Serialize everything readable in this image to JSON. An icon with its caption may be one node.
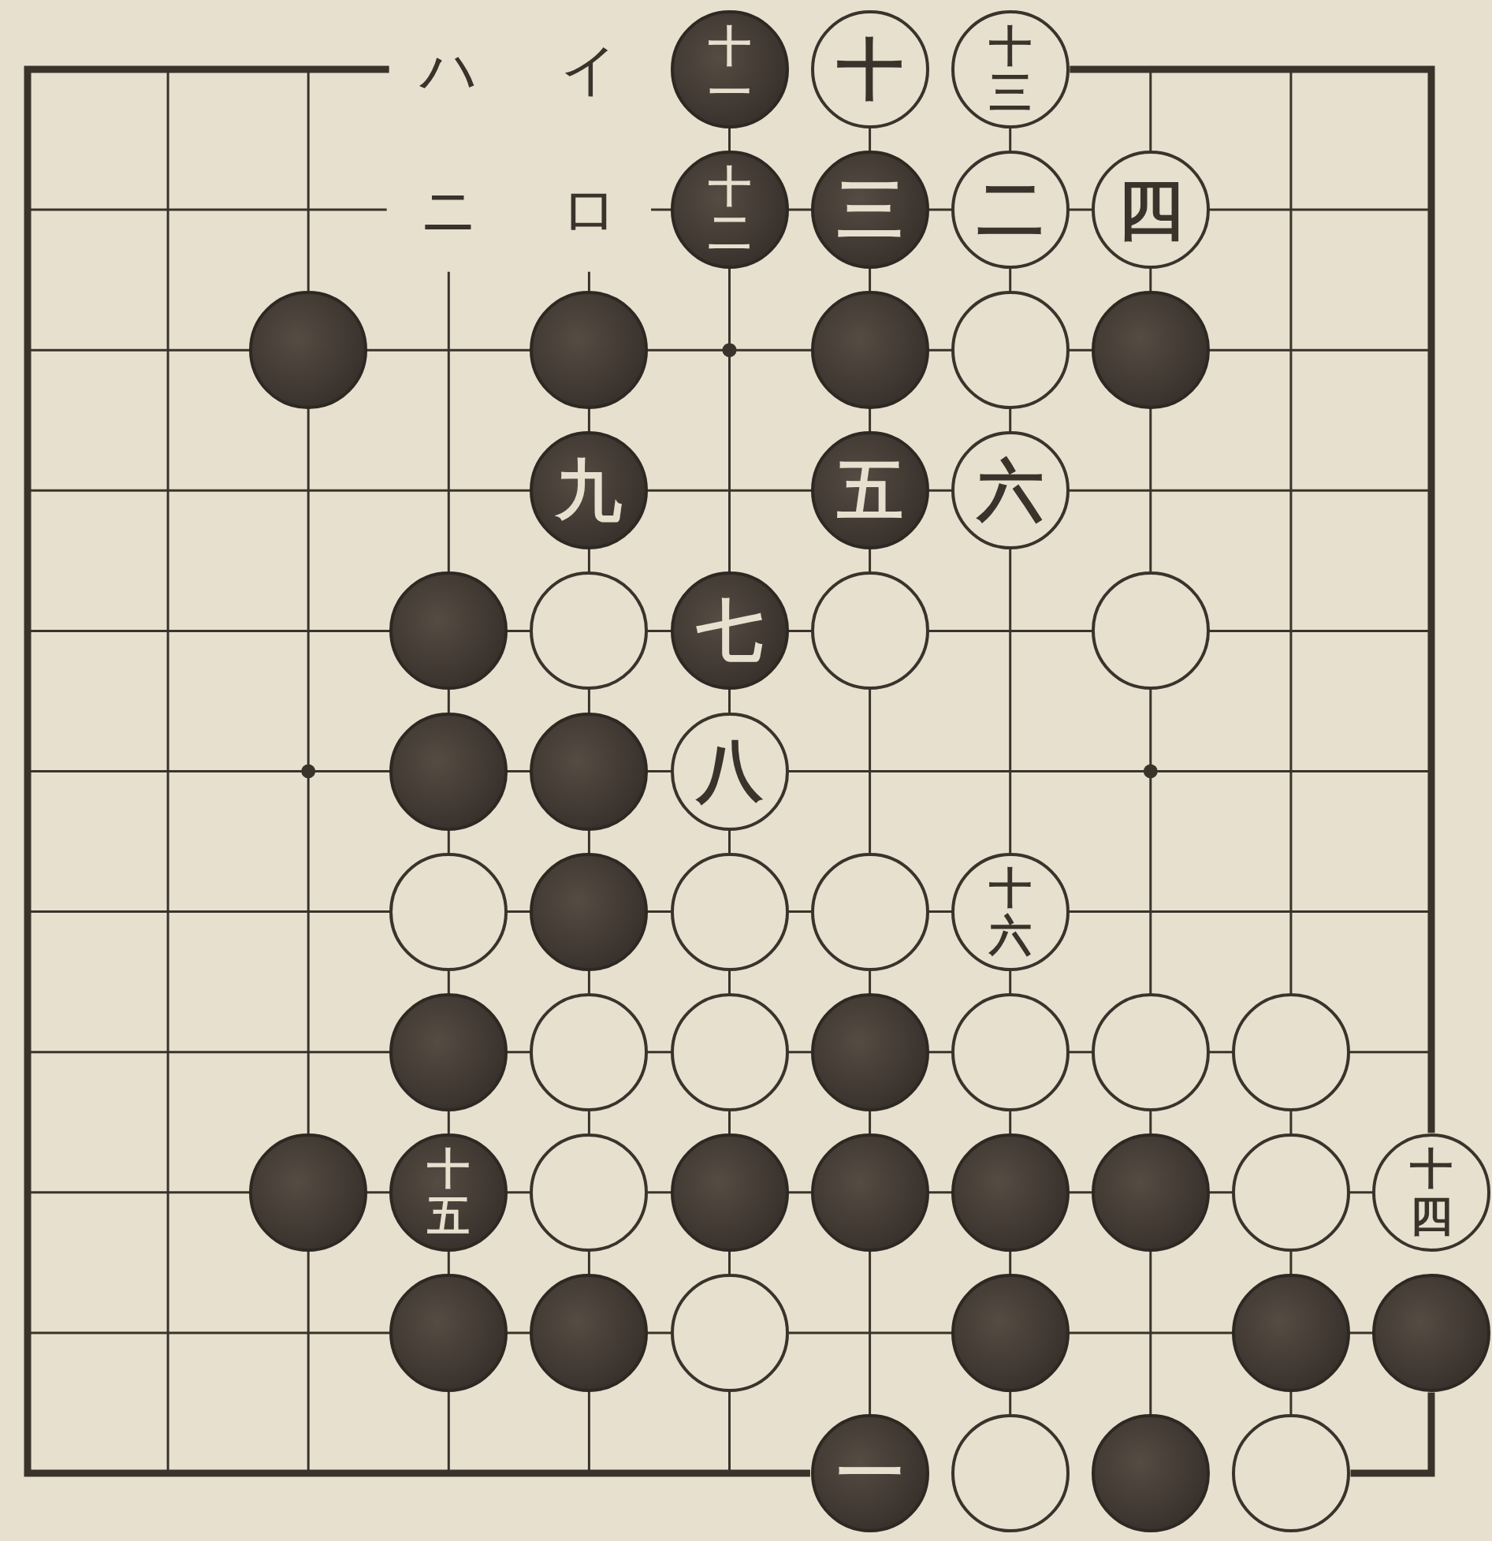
{
  "diagram": {
    "nodes": [
      {
        "text": [
          "十一"
        ]
      },
      {
        "text": [
          "十"
        ]
      },
      {
        "text": [
          "十三"
        ]
      },
      {
        "text": [
          "十二"
        ]
      },
      {
        "text": [
          "三"
        ]
      },
      {
        "text": [
          "二"
        ]
      },
      {
        "text": [
          "四"
        ]
      },
      {
        "text": [],
        "shape": "circle"
      },
      {
        "text": [],
        "shape": "circle"
      },
      {
        "text": [],
        "shape": "circle"
      },
      {
        "text": [],
        "shape": "circle"
      },
      {
        "text": [],
        "shape": "circle"
      },
      {
        "text": [
          "九"
        ]
      },
      {
        "text": [
          "五"
        ]
      },
      {
        "text": [
          "六"
        ]
      },
      {
        "text": [],
        "shape": "circle"
      },
      {
        "text": [],
        "shape": "circle"
      },
      {
        "text": [
          "七"
        ]
      },
      {
        "text": [],
        "shape": "circle"
      },
      {
        "text": [],
        "shape": "circle"
      },
      {
        "text": [],
        "shape": "circle"
      },
      {
        "text": [],
        "shape": "circle"
      },
      {
        "text": [
          "八"
        ]
      },
      {
        "text": [],
        "shape": "circle"
      },
      {
        "text": [],
        "shape": "circle"
      },
      {
        "text": [],
        "shape": "circle"
      },
      {
        "text": [],
        "shape": "circle"
      },
      {
        "text": [
          "十六"
        ]
      },
      {
        "text": [],
        "shape": "circle"
      },
      {
        "text": [],
        "shape": "circle"
      },
      {
        "text": [],
        "shape": "circle"
      },
      {
        "text": [],
        "shape": "circle"
      },
      {
        "text": [],
        "shape": "circle"
      },
      {
        "text": [],
        "shape": "circle"
      },
      {
        "text": [],
        "shape": "circle"
      },
      {
        "text": [],
        "shape": "circle"
      },
      {
        "text": [
          "十五"
        ]
      },
      {
        "text": [],
        "shape": "circle"
      },
      {
        "text": [],
        "shape": "circle"
      },
      {
        "text": [],
        "shape": "circle"
      },
      {
        "text": [],
        "shape": "circle"
      },
      {
        "text": [],
        "shape": "circle"
      },
      {
        "text": [],
        "shape": "circle"
      },
      {
        "text": [
          "十四"
        ]
      },
      {
        "text": [],
        "shape": "circle"
      },
      {
        "text": [],
        "shape": "circle"
      },
      {
        "text": [],
        "shape": "circle"
      },
      {
        "text": [],
        "shape": "circle"
      },
      {
        "text": [],
        "shape": "circle"
      },
      {
        "text": [],
        "shape": "circle"
      },
      {
        "text": [
          "一"
        ]
      },
      {
        "text": [],
        "shape": "circle"
      },
      {
        "text": [],
        "shape": "circle"
      },
      {
        "text": [],
        "shape": "circle"
      }
    ],
    "labels": [
      "ハ",
      "イ",
      "ニ",
      "ロ"
    ]
  }
}
